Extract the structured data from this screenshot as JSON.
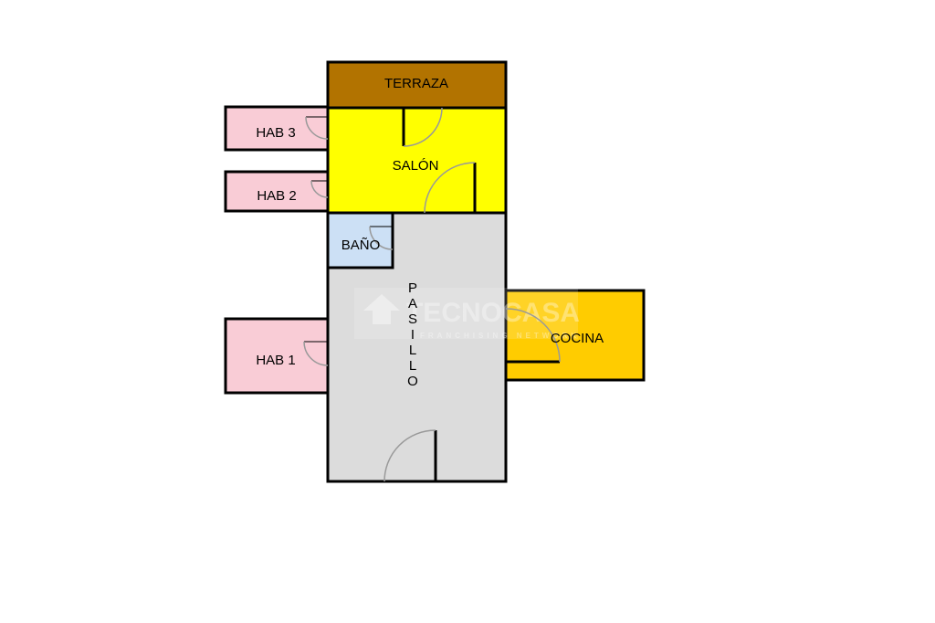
{
  "title": "Floor plan",
  "rooms": {
    "terraza": {
      "label": "TERRAZA",
      "color": "#B27300"
    },
    "salon": {
      "label": "SALÓN",
      "color": "#FFFF00"
    },
    "hab3": {
      "label": "HAB 3",
      "color": "#F9CCD6"
    },
    "hab2": {
      "label": "HAB 2",
      "color": "#F9CCD6"
    },
    "bano": {
      "label": "BAÑO",
      "color": "#CCE0F5"
    },
    "pasillo": {
      "label": "PASILLO",
      "letters": [
        "P",
        "A",
        "S",
        "I",
        "L",
        "L",
        "O"
      ],
      "color": "#DCDCDC"
    },
    "hab1": {
      "label": "HAB 1",
      "color": "#F9CCD6"
    },
    "cocina": {
      "label": "COCINA",
      "color": "#FFCC00"
    }
  },
  "watermark": {
    "brand": "TECNOCASA",
    "tagline": "FRANCHISING NETWORK"
  }
}
